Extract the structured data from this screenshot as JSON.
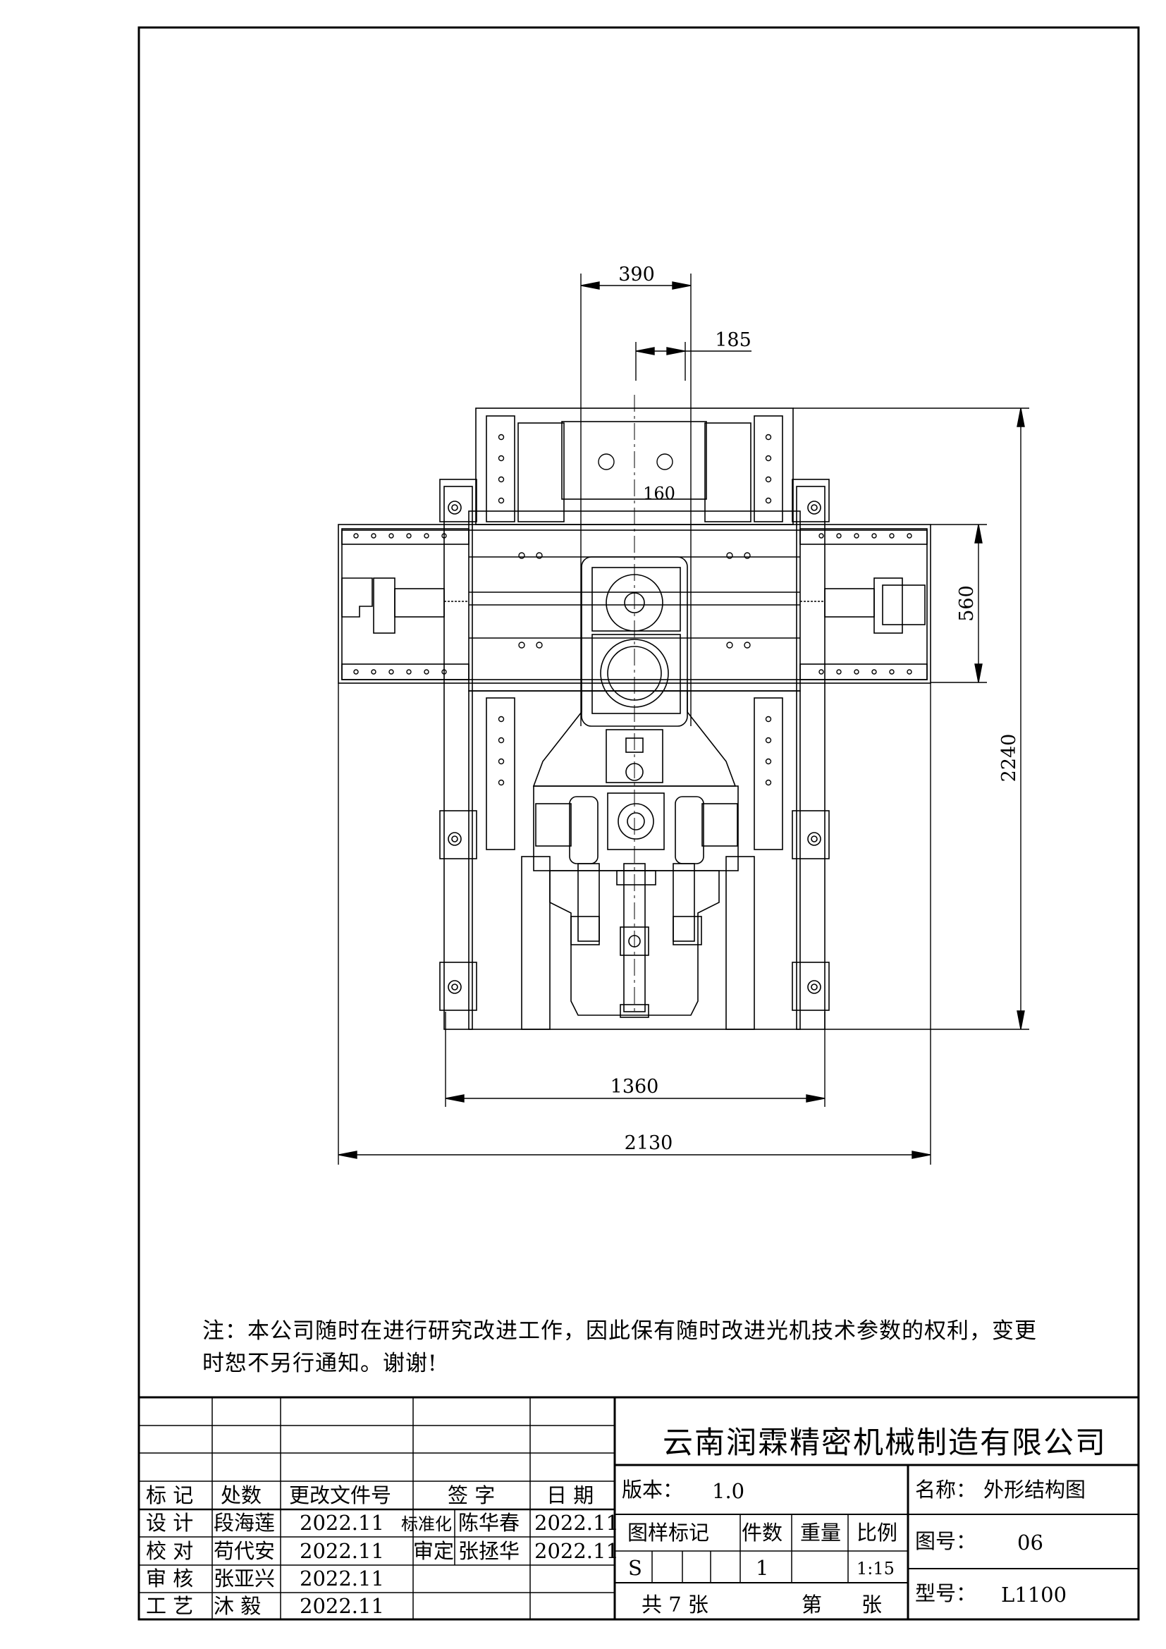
{
  "drawing": {
    "dimensions": {
      "d390": "390",
      "d185": "185",
      "d560": "560",
      "d2240": "2240",
      "d1360": "1360",
      "d2130": "2130",
      "d160": "160"
    }
  },
  "note": {
    "line1": "注：本公司随时在进行研究改进工作，因此保有随时改进光机技术参数的权利，变更",
    "line2": "时恕不另行通知。谢谢!"
  },
  "title_block": {
    "company": "云南润霖精密机械制造有限公司",
    "headers": {
      "mark": "标 记",
      "count": "处数",
      "doc": "更改文件号",
      "sign": "签 字",
      "date": "日 期"
    },
    "rows": [
      {
        "role": "设 计",
        "name": "段海莲",
        "date": "2022.11"
      },
      {
        "role": "校 对",
        "name": "苟代安",
        "date": "2022.11"
      },
      {
        "role": "审 核",
        "name": "张亚兴",
        "date": "2022.11"
      },
      {
        "role": "工 艺",
        "name": "沐 毅",
        "date": "2022.11"
      }
    ],
    "approvals": [
      {
        "role": "标准化",
        "name": "陈华春",
        "date": "2022.11"
      },
      {
        "role": "审定",
        "name": "张拯华",
        "date": "2022.11"
      }
    ],
    "version_label": "版本：",
    "version": "1.0",
    "name_label": "名称：",
    "name": "外形结构图",
    "sample_mark_label": "图样标记",
    "qty_label": "件数",
    "weight_label": "重量",
    "scale_label": "比例",
    "sample_mark": "S",
    "qty": "1",
    "scale": "1:15",
    "drawing_no_label": "图号：",
    "drawing_no": "06",
    "total_sheets": "共 7 张",
    "sheet_label": "第",
    "sheet_unit": "张",
    "model_label": "型号：",
    "model": "L1100"
  }
}
